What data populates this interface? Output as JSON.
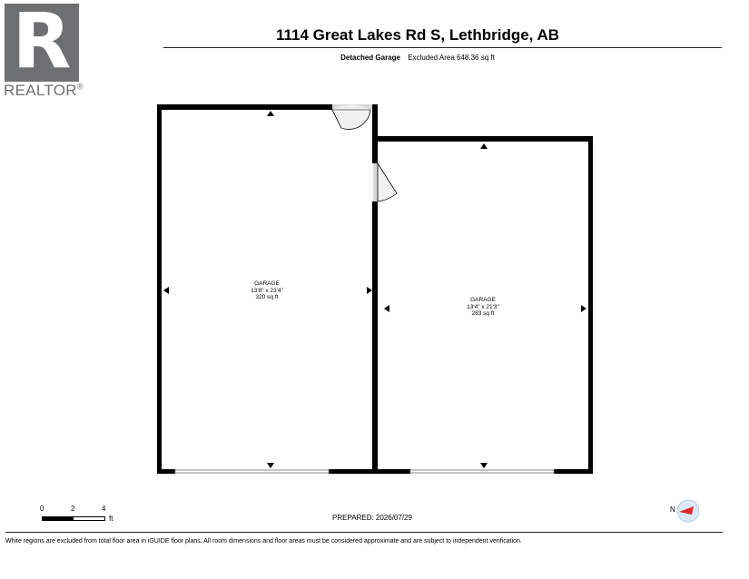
{
  "logo": {
    "letter": "R",
    "wordmark": "REALTOR",
    "reg": "®",
    "color": "#6d6f71"
  },
  "header": {
    "title": "1114 Great Lakes Rd S, Lethbridge, AB",
    "building": "Detached Garage",
    "excluded": "Excluded Area 648.36 sq ft"
  },
  "rooms": [
    {
      "name": "GARAGE",
      "dimensions": "13'8\" x 23'4\"",
      "area": "320 sq ft"
    },
    {
      "name": "GARAGE",
      "dimensions": "13'4\" x 21'3\"",
      "area": "283 sq ft"
    }
  ],
  "scale": {
    "labels": [
      "0",
      "2",
      "4"
    ],
    "unit": "ft"
  },
  "compass": {
    "label": "N",
    "accent": "#e0262b"
  },
  "prepared": "PREPARED: 2026/07/29",
  "footer": "White regions are excluded from total floor area in iGUIDE floor plans. All room dimensions and floor areas must be considered approximate and are subject to independent verification."
}
